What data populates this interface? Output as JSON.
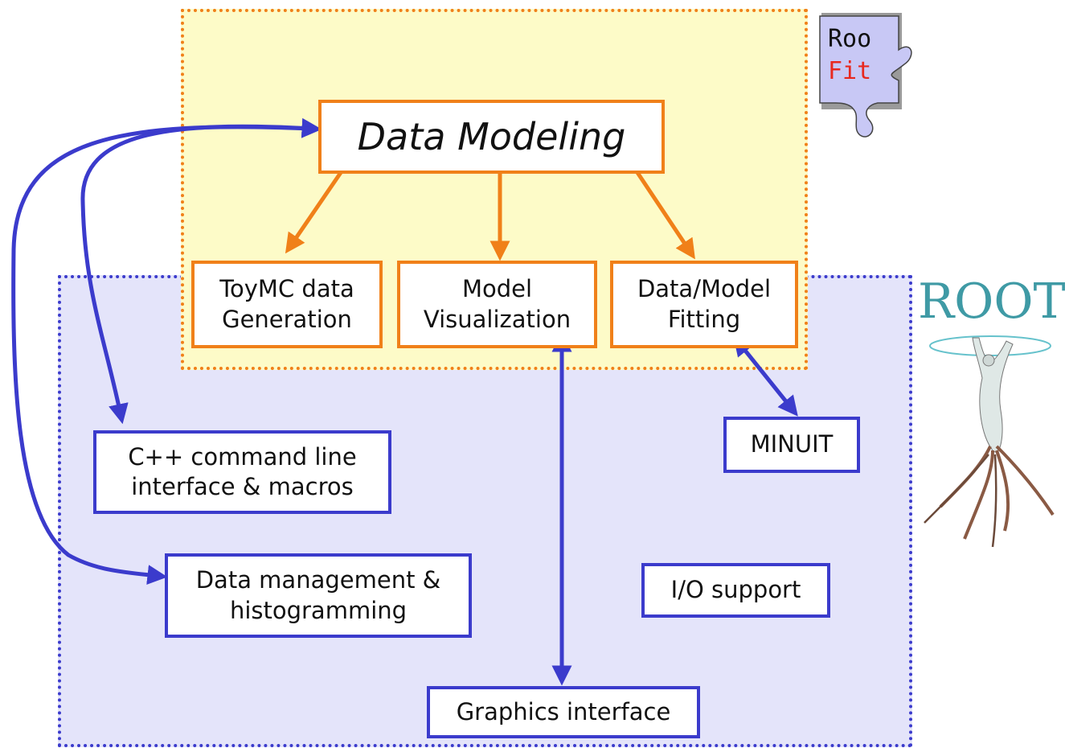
{
  "boxes": {
    "data_modeling": "Data Modeling",
    "toymc": "ToyMC data\nGeneration",
    "model_visualization": "Model\nVisualization",
    "fitting": "Data/Model\nFitting",
    "cli": "C++ command line\ninterface & macros",
    "data_management": "Data management &\n histogramming",
    "minuit": "MINUIT",
    "io_support": "I/O support",
    "graphics": "Graphics interface"
  },
  "logos": {
    "roofit_top": "Roo",
    "roofit_bottom": "Fit",
    "root": "ROOT"
  },
  "colors": {
    "orange": "#f08019",
    "blue": "#3b3bcc",
    "roofit_fill": "#fdfbc8",
    "root_fill": "#e4e4fa",
    "puzzle_fill": "#c8c8f5",
    "root_logo_text": "#3f9aa5"
  }
}
